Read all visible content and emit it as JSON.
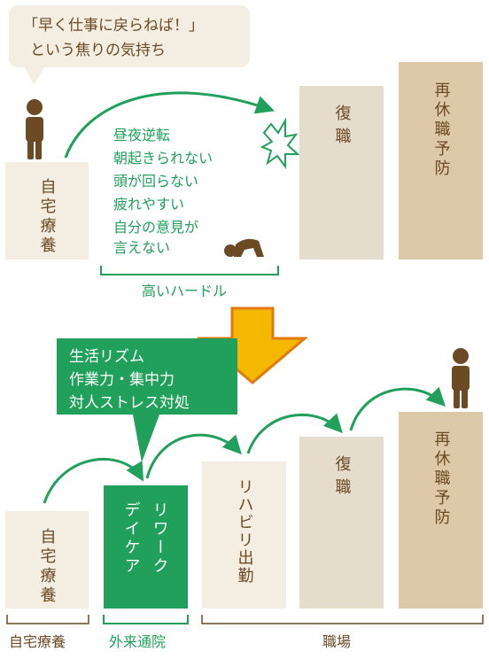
{
  "top": {
    "speech_bubble": {
      "lines": [
        "「早く仕事に戻らねば！」",
        "という焦りの気持ち"
      ]
    },
    "col_home": "自宅療養",
    "col_return": "復職",
    "col_prevent": "再休職予防",
    "hurdle_items": [
      "昼夜逆転",
      "朝起きられない",
      "頭が回らない",
      "疲れやすい",
      "自分の意見が",
      "言えない"
    ],
    "hurdle_caption": "高いハードル"
  },
  "bottom": {
    "green_callout": {
      "lines": [
        "生活リズム",
        "作業力・集中力",
        "対人ストレス対処"
      ]
    },
    "col_home": "自宅療養",
    "col_rework_lines": [
      "リワーク",
      "デイケア"
    ],
    "col_rehab": "リハビリ出勤",
    "col_return": "復職",
    "col_prevent": "再休職予防",
    "bracket_labels": [
      "自宅療養",
      "外来通院",
      "職場"
    ]
  },
  "colors": {
    "cream": "#f3ede2",
    "beige": "#e5dccb",
    "tan": "#ddc9a7",
    "green": "#20a05a",
    "brown_text": "#6b4a24",
    "figure": "#6b4a24",
    "arrow_fill": "#f5b800",
    "arrow_stroke": "#e07a10"
  }
}
